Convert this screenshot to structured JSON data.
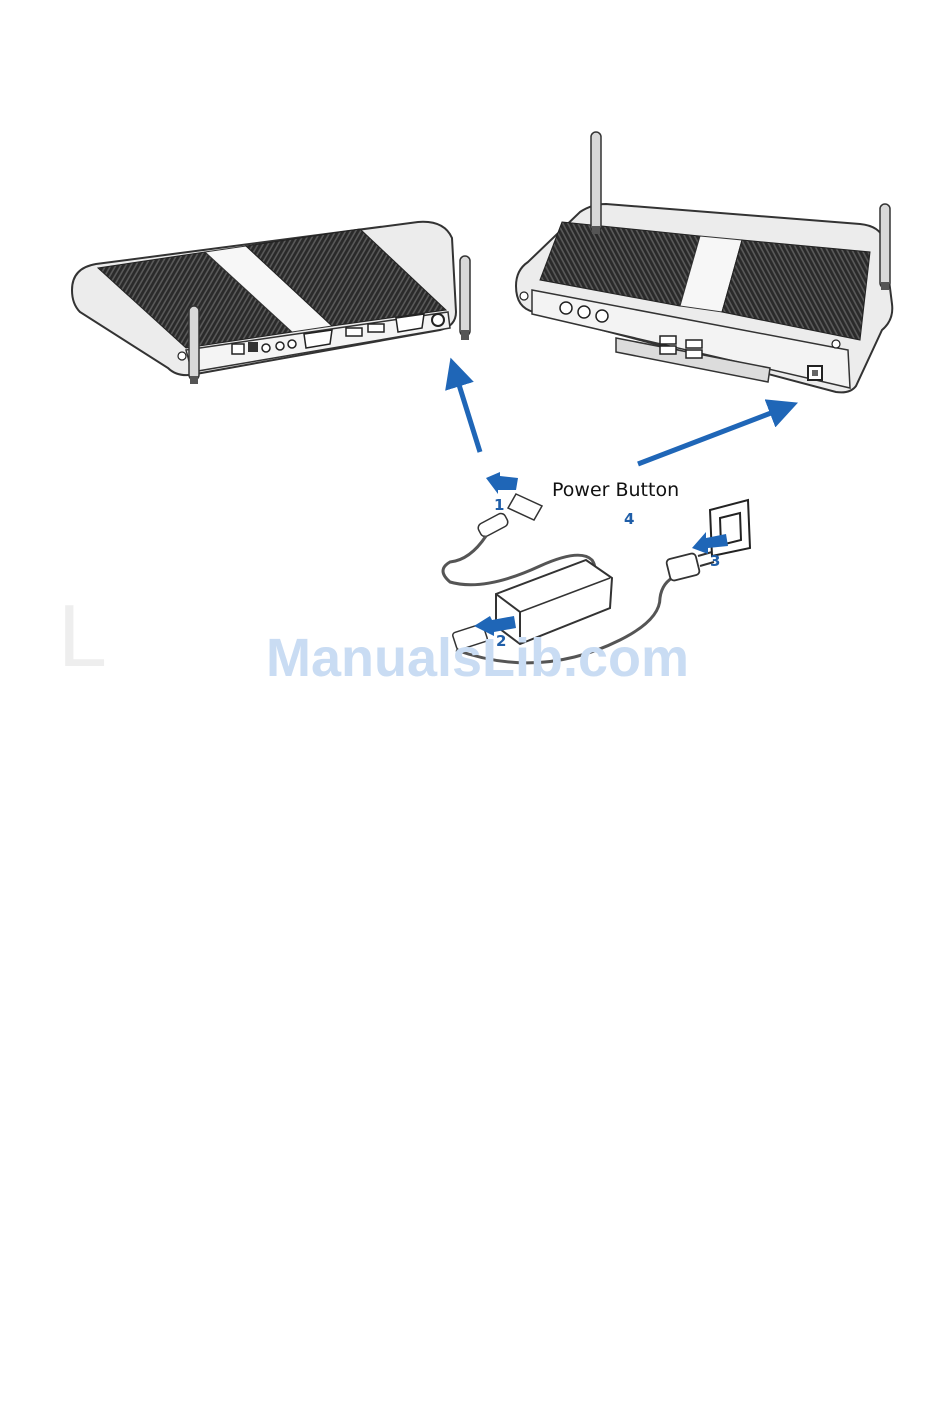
{
  "diagram": {
    "callout_label": "Power Button",
    "steps": [
      "1",
      "2",
      "3",
      "4"
    ],
    "watermark": "ManualsLib.com",
    "margin_letter": "L"
  },
  "colors": {
    "arrow": "#1f66b7",
    "step_number": "#1f5ea8",
    "watermark": "#c9dcf3",
    "device_outline": "#333333",
    "heatsink_fins": "#1b1b1b"
  },
  "icons": [
    "device-rear-view",
    "device-front-view",
    "antenna",
    "power-adapter",
    "dc-plug",
    "ac-plug",
    "wall-outlet",
    "arrow"
  ]
}
